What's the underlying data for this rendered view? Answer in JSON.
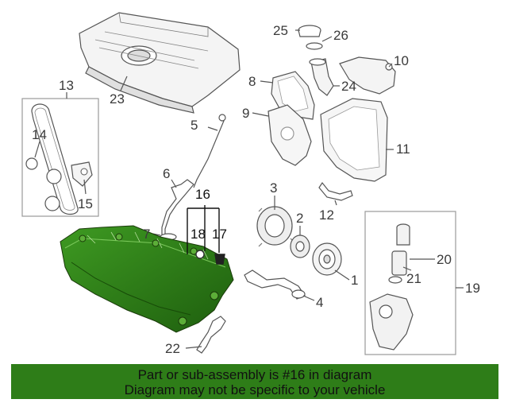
{
  "diagram": {
    "callouts": [
      "1",
      "2",
      "3",
      "4",
      "5",
      "6",
      "7",
      "8",
      "9",
      "10",
      "11",
      "12",
      "13",
      "14",
      "15",
      "16",
      "17",
      "18",
      "19",
      "20",
      "21",
      "22",
      "23",
      "24",
      "25",
      "26"
    ],
    "highlight_color": "#2e7d18",
    "line_color": "#555555"
  },
  "banner": {
    "line1": "Part or sub-assembly is #16 in diagram",
    "line2": "Diagram may not be specific to your vehicle",
    "background": "#2e7d18"
  }
}
